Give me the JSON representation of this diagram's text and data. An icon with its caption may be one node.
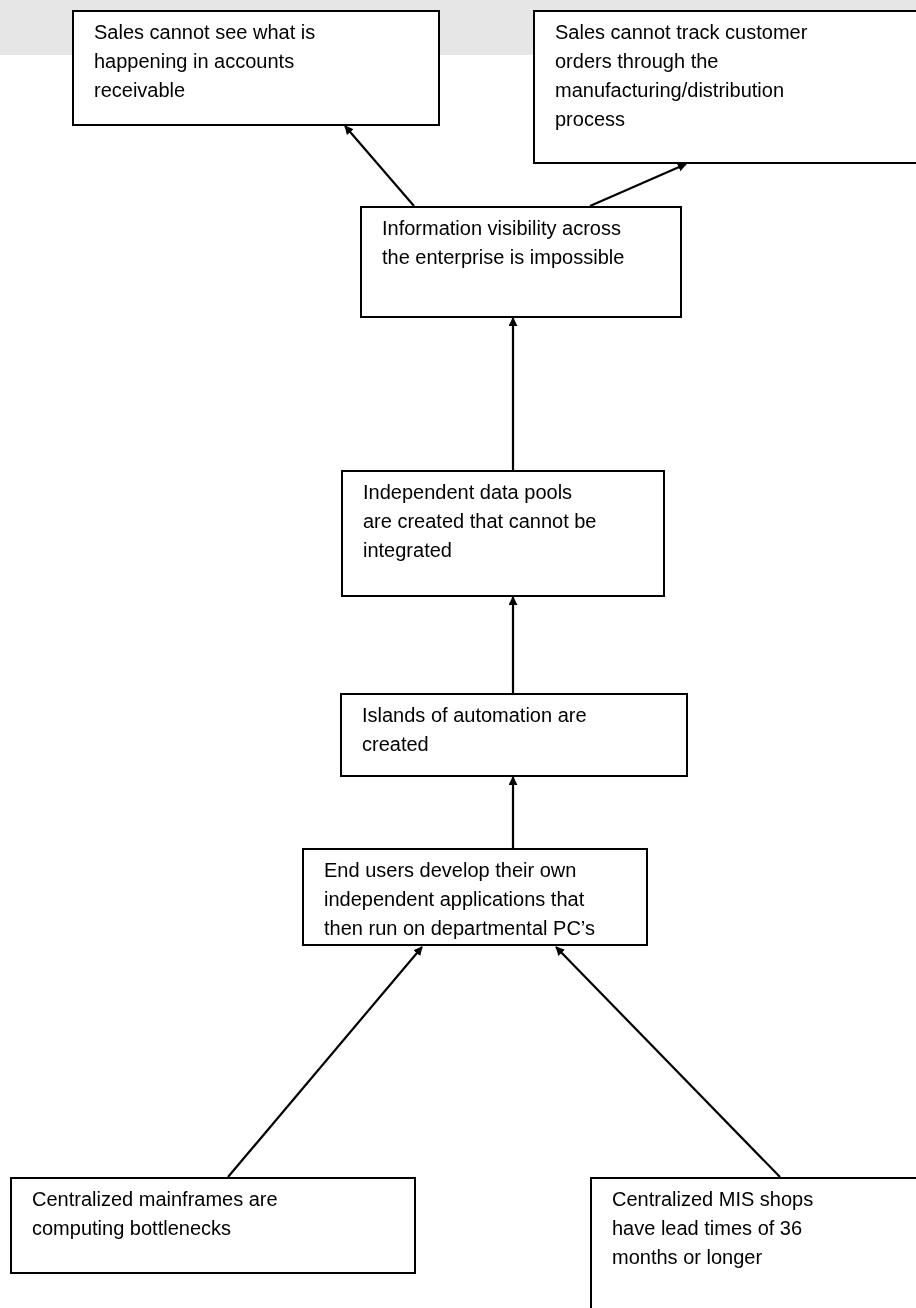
{
  "diagram": {
    "nodes": [
      {
        "text": [
          "Sales cannot see what is happening in accounts receivable"
        ]
      },
      {
        "text": [
          "Sales cannot track customer orders through the manufacturing/distribution process"
        ]
      },
      {
        "text": [
          "Information visibility across the enterprise is impossible"
        ]
      },
      {
        "text": [
          "Independent data pools are created that cannot be integrated"
        ]
      },
      {
        "text": [
          "Islands of automation are created"
        ]
      },
      {
        "text": [
          "End users develop their own independent applications that then run on departmental PC’s"
        ]
      },
      {
        "text": [
          "Centralized mainframes are computing bottlenecks"
        ]
      },
      {
        "text": [
          "Centralized MIS shops have lead times of 36 months or longer"
        ]
      }
    ],
    "edges": [
      {
        "from": 2,
        "to": 0,
        "arrow": "to"
      },
      {
        "from": 2,
        "to": 1,
        "arrow": "to"
      },
      {
        "from": 3,
        "to": 2,
        "arrow": "to"
      },
      {
        "from": 4,
        "to": 3,
        "arrow": "to"
      },
      {
        "from": 5,
        "to": 4,
        "arrow": "to"
      },
      {
        "from": 6,
        "to": 5,
        "arrow": "to"
      },
      {
        "from": 7,
        "to": 5,
        "arrow": "to"
      }
    ]
  }
}
